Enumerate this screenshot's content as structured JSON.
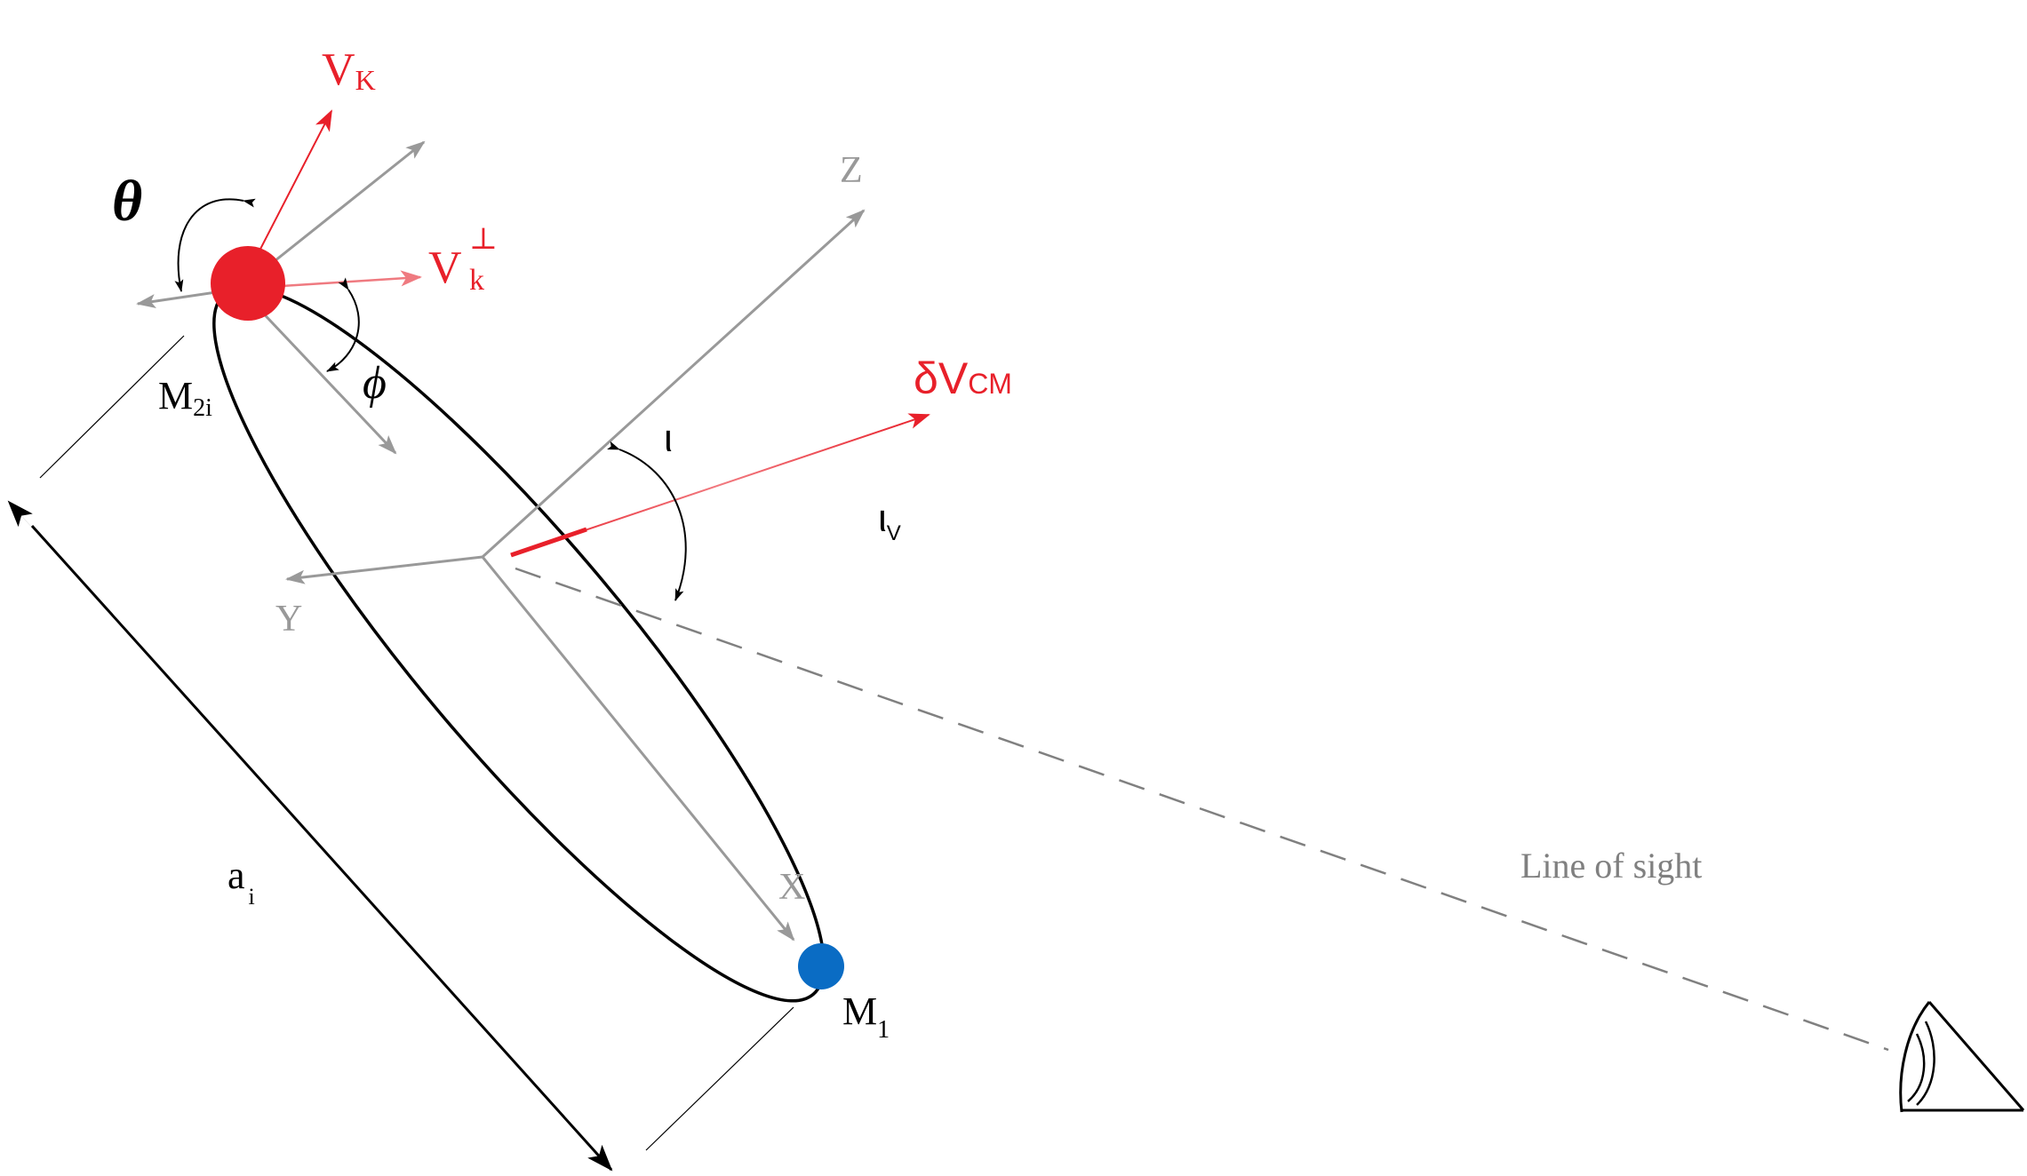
{
  "labels": {
    "v_kick": {
      "main": "V",
      "sub": "K"
    },
    "v_kick_perp": {
      "main": "V",
      "sup": "⊥",
      "sub": "k"
    },
    "theta": "θ",
    "phi": "ϕ",
    "m2": {
      "main": "M",
      "sub": "2i"
    },
    "m1": {
      "main": "M",
      "sub": "1"
    },
    "axis_z": "Z",
    "axis_y": "Y",
    "axis_x": "X",
    "delta_v": {
      "main": "δV",
      "sub": "CM"
    },
    "iota": "ι",
    "iota_v": {
      "main": "ι",
      "sub": "V"
    },
    "semi_major": {
      "main": "a",
      "sub": "i"
    },
    "line_of_sight": "Line of sight"
  },
  "colors": {
    "red": "#e8202a",
    "blue": "#0a6cc4",
    "gray": "#999999",
    "black": "#000000",
    "dash_gray": "#808080"
  },
  "icons": {
    "observer": "eye-icon"
  }
}
